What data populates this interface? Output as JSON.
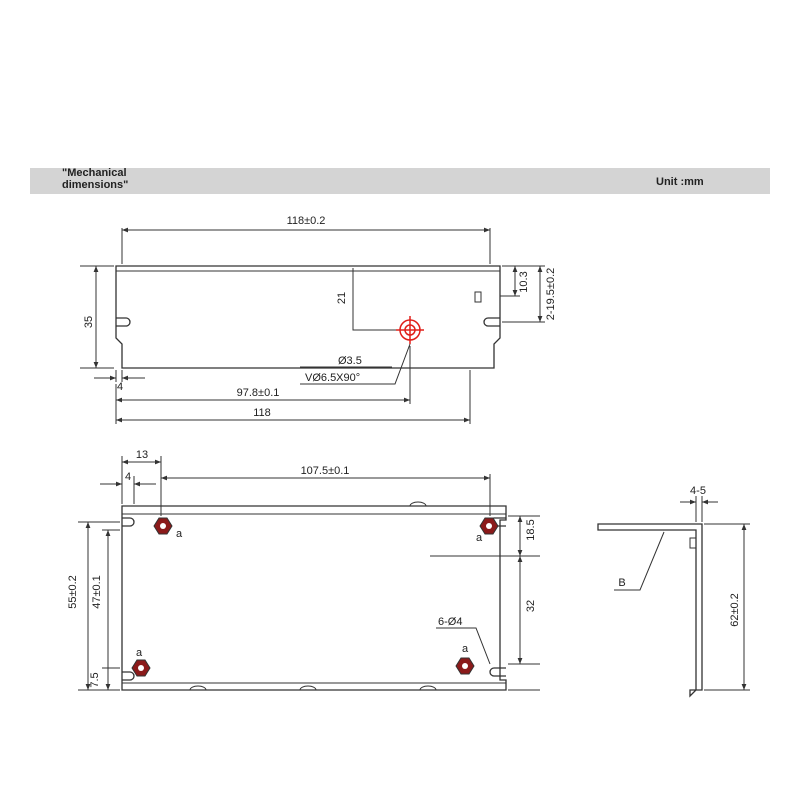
{
  "header": {
    "title": "\"Mechanical\ndimensions\"",
    "unit": "Unit :mm"
  },
  "top_view": {
    "overall_width": "118±0.2",
    "height": "35",
    "hole_offset_x": "21",
    "right_dim_a": "10.3",
    "right_dim_b": "2-19.5±0.2",
    "left_margin": "4",
    "hole_dia": "Ø3.5",
    "countersink": "VØ6.5X90°",
    "hole_position": "97.8±0.1",
    "base_width": "118"
  },
  "bottom_view": {
    "dim_13": "13",
    "dim_4": "4",
    "hole_span": "107.5±0.1",
    "height_total": "55±0.2",
    "height_inner": "47±0.1",
    "bottom_offset": "7.5",
    "right_top": "18.5",
    "right_mid": "32",
    "holes": "6-Ø4",
    "hole_markers": [
      "a",
      "a",
      "a",
      "a"
    ]
  },
  "side_view": {
    "thickness": "4-5",
    "label_b": "B",
    "height": "62±0.2"
  },
  "colors": {
    "line": "#333333",
    "hole_marker": "#8b1a1a",
    "highlight": "#e0201a",
    "header_band": "#d4d4d4"
  }
}
